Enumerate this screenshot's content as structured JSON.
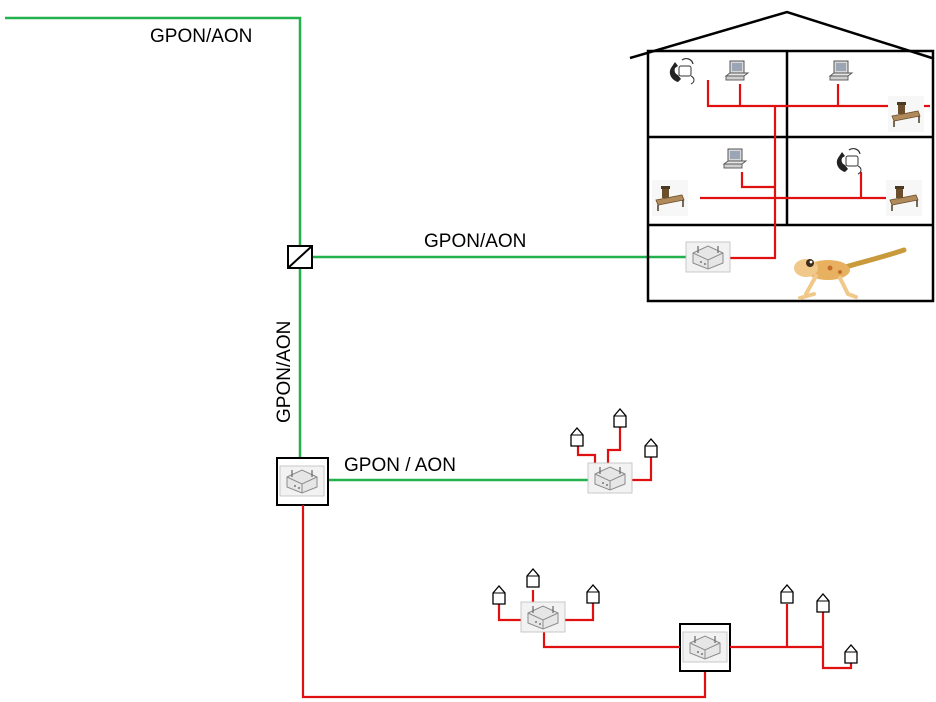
{
  "labels": {
    "top": "GPON/AON",
    "middle": "GPON/AON",
    "vertical": "GPON/AON",
    "lower": "GPON / AON"
  },
  "colors": {
    "fiber": "#22b14c",
    "copper": "#e01010",
    "outline": "#000000"
  },
  "icons": {
    "splitter": "splitter-icon",
    "switch": "network-switch-icon",
    "telephone": "telephone-icon",
    "computer": "computer-icon",
    "desk": "office-desk-icon",
    "gecko": "gecko-mascot",
    "house": "house-icon",
    "antenna": "antenna-endpoint-icon"
  }
}
